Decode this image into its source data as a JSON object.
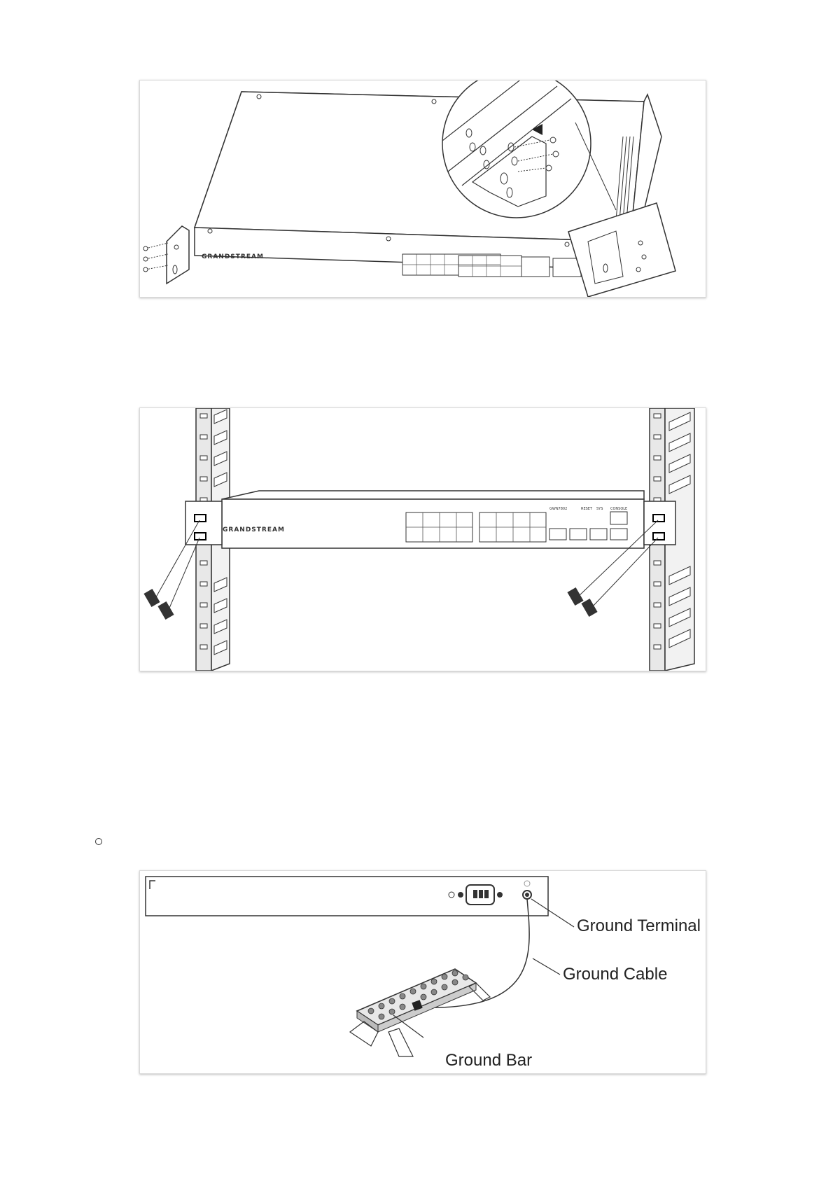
{
  "figure1": {
    "brand": "GRANDSTREAM"
  },
  "figure2": {
    "brand": "GRANDSTREAM",
    "model": "GWN7802",
    "reset": "RESET",
    "sys": "SYS",
    "console": "CONSOLE"
  },
  "figure3": {
    "callouts": {
      "terminal": "Ground Terminal",
      "cable": "Ground Cable",
      "bar": "Ground Bar"
    }
  }
}
